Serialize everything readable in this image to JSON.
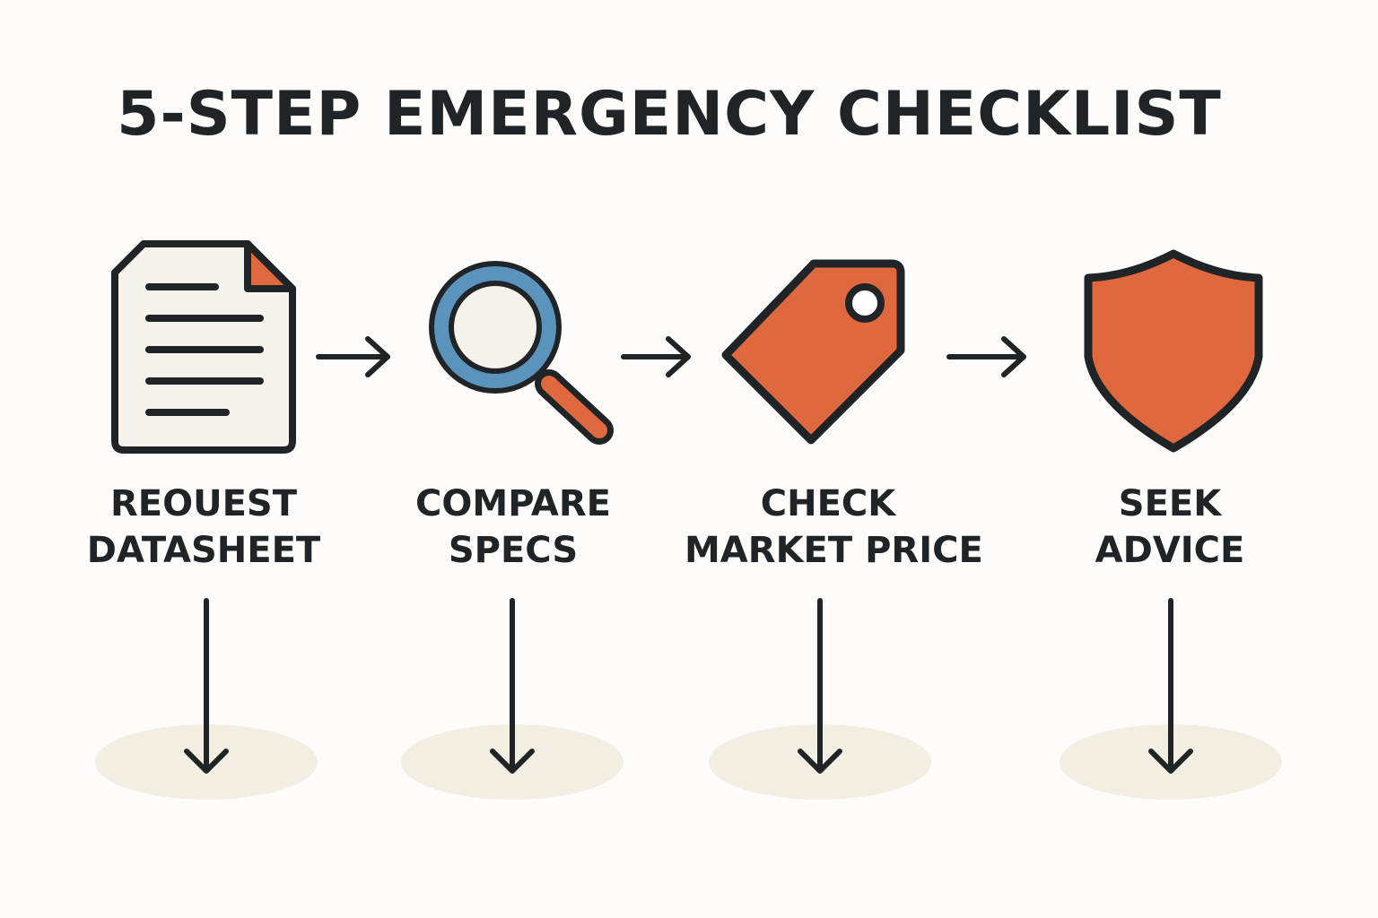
{
  "title": "5-STEP EMERGENCY CHECKLIST",
  "colors": {
    "ink": "#202427",
    "accent": "#e0683f",
    "lens_ring": "#5a93bb",
    "paper": "#f6f3ec",
    "platform": "#f3eee2",
    "background": "#fdfcfa"
  },
  "steps": [
    {
      "icon": "document-icon",
      "label_line1": "REOUEST",
      "label_line2": "DATASHEET"
    },
    {
      "icon": "magnifying-glass-icon",
      "label_line1": "COMPARE",
      "label_line2": "SPECS"
    },
    {
      "icon": "price-tag-icon",
      "label_line1": "CHECK",
      "label_line2": "MARKET PRICE"
    },
    {
      "icon": "shield-icon",
      "label_line1": "SEEK",
      "label_line2": "ADVICE"
    }
  ]
}
